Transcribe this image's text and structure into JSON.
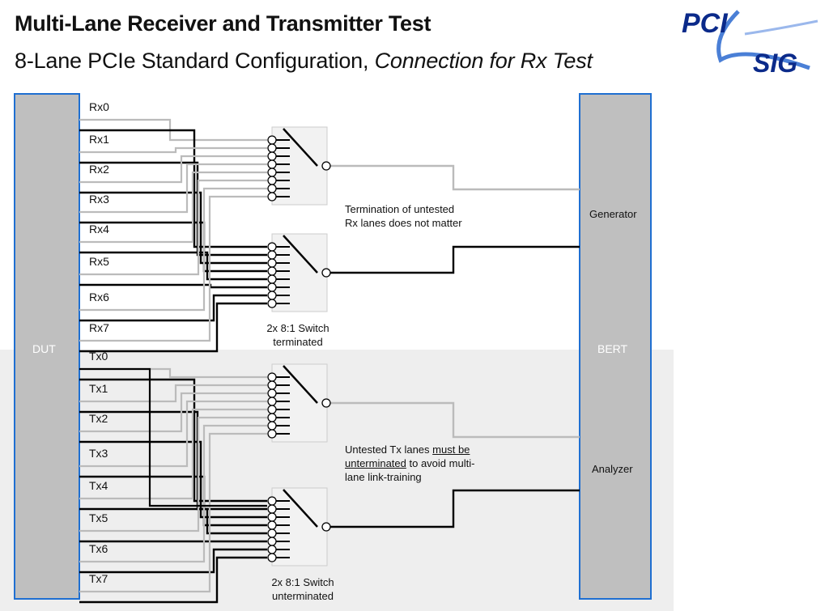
{
  "title": "Multi-Lane Receiver and Transmitter Test",
  "subtitle_main": "8-Lane PCIe Standard Configuration, ",
  "subtitle_italic": "Connection for Rx Test",
  "logo": {
    "top": "PCI",
    "bottom": "SIG"
  },
  "dut_label": "DUT",
  "bert_label": "BERT",
  "bert_ports": {
    "generator": "Generator",
    "analyzer": "Analyzer"
  },
  "rx_lanes": [
    "Rx0",
    "Rx1",
    "Rx2",
    "Rx3",
    "Rx4",
    "Rx5",
    "Rx6",
    "Rx7"
  ],
  "tx_lanes": [
    "Tx0",
    "Tx1",
    "Tx2",
    "Tx3",
    "Tx4",
    "Tx5",
    "Tx6",
    "Tx7"
  ],
  "rx_note": {
    "line1": "Termination of untested",
    "line2": "Rx lanes does not matter"
  },
  "tx_note": {
    "part1": "Untested Tx lanes ",
    "under1": "must be",
    "under2": "unterminated",
    "part2": " to avoid multi-",
    "line3": "lane link-training"
  },
  "rx_switch_caption": {
    "line1": "2x 8:1 Switch",
    "line2": "terminated"
  },
  "tx_switch_caption": {
    "line1": "2x 8:1 Switch",
    "line2": "unterminated"
  },
  "colors": {
    "box_fill": "#bfbfbf",
    "box_border": "#1f6fd1",
    "wire_dark": "#000000",
    "wire_light": "#bbbbbb",
    "band": "#eeeeee",
    "logo": "#0b2a8a"
  }
}
